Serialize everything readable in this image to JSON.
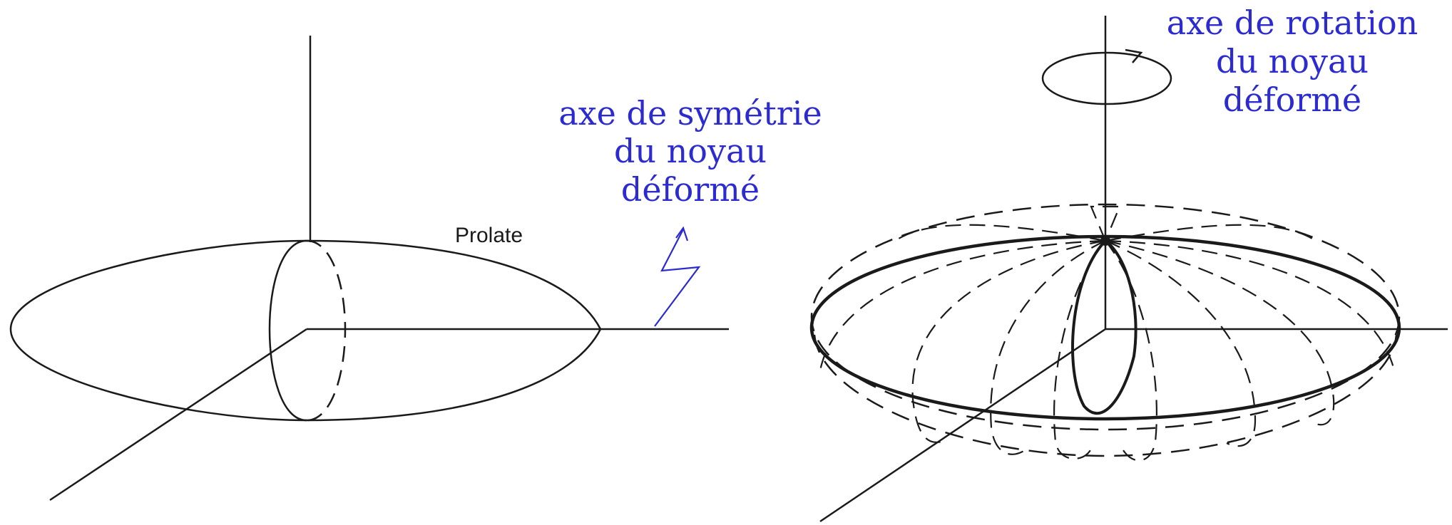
{
  "left_figure": {
    "shape_label": "Prolate",
    "annotation": {
      "lines": [
        "axe de symétrie",
        "du noyau",
        "déformé"
      ],
      "color": "#2b2bd0"
    }
  },
  "right_figure": {
    "annotation": {
      "lines": [
        "axe de rotation",
        "du noyau",
        "déformé"
      ],
      "color": "#2b2bd0"
    }
  },
  "colors": {
    "ink": "#1a1a1a",
    "annotation": "#2b2bd0",
    "background": "#ffffff"
  }
}
